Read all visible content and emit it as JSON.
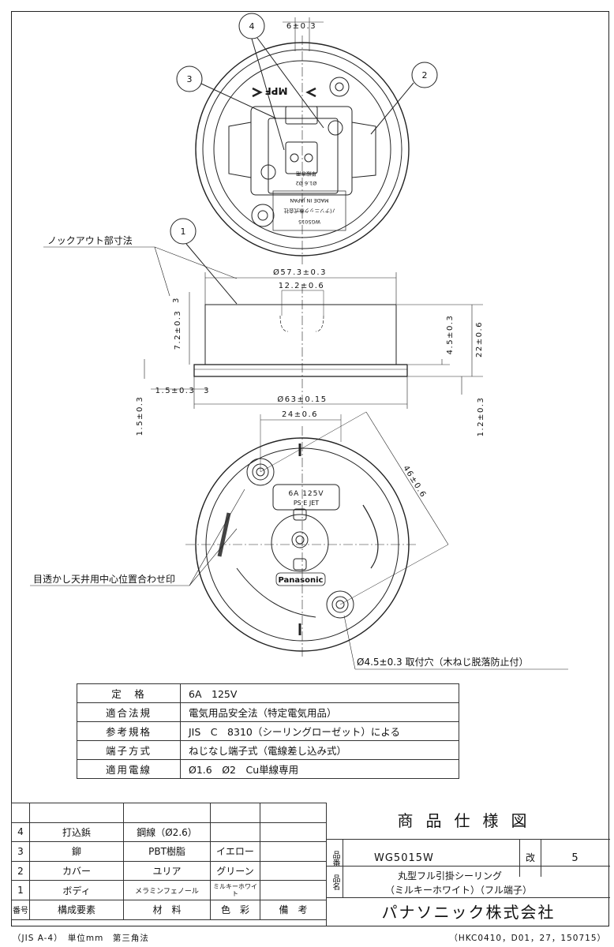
{
  "callouts": {
    "c1": "1",
    "c2": "2",
    "c3": "3",
    "c4": "4"
  },
  "top_view": {
    "mark": "MPF",
    "made_in": "MADE IN JAPAN",
    "model_small": "WG5015",
    "maker_small": "パナソニック株式会社",
    "terminal_marks": [
      "単線専用",
      "Ø1.6  Ø2"
    ]
  },
  "labels": {
    "knockout": "ノックアウト部寸法",
    "alignment_mark": "目透かし天井用中心位置合わせ印",
    "mount_hole": "Ø4.5±0.3  取付穴（木ねじ脱落防止付）"
  },
  "dims": {
    "d6": "6±0.3",
    "d57": "Ø57.3±0.3",
    "d12": "12.2±0.6",
    "d3a": "3",
    "d7": "7.2±0.3",
    "d4": "4.5±0.3",
    "d22": "22±0.6",
    "d15a": "1.5±0.3",
    "d3b": "3",
    "d63": "Ø63±0.15",
    "d15b": "1.5±0.3",
    "d12b": "1.2±0.3",
    "d24": "24±0.6",
    "d46": "46±0.6"
  },
  "bottom_view": {
    "rating": "6A 125V",
    "ps_mark": "PS E JET",
    "brand": "Panasonic"
  },
  "spec_table": [
    {
      "key": "定　格",
      "value": "6A　125V"
    },
    {
      "key": "適合法規",
      "value": "電気用品安全法（特定電気用品）"
    },
    {
      "key": "参考規格",
      "value": "JIS　C　8310（シーリングローゼット）による"
    },
    {
      "key": "端子方式",
      "value": "ねじなし端子式（電線差し込み式）"
    },
    {
      "key": "適用電線",
      "value": "Ø1.6　Ø2　Cu単線専用"
    }
  ],
  "parts_table": {
    "headers": [
      "番号",
      "構成要素",
      "材　料",
      "色　彩",
      "備　考"
    ],
    "rows": [
      {
        "no": "4",
        "name": "打込鋲",
        "material": "鋼線（Ø2.6）",
        "color": "",
        "note": ""
      },
      {
        "no": "3",
        "name": "鉚",
        "material": "PBT樹脂",
        "color": "イエロー",
        "note": ""
      },
      {
        "no": "2",
        "name": "カバー",
        "material": "ユリア",
        "color": "グリーン",
        "note": ""
      },
      {
        "no": "1",
        "name": "ボディ",
        "material": "メラミンフェノール",
        "color": "ミルキーホワイト",
        "note": ""
      }
    ]
  },
  "title_block": {
    "title": "商品仕様図",
    "hin_label": "品番",
    "model": "WG5015W",
    "rev_label": "改",
    "rev": "5",
    "name_label": "品名",
    "name_line1": "丸型フル引掛シーリング",
    "name_line2": "（ミルキーホワイト）（フル端子）",
    "company": "パナソニック株式会社"
  },
  "footer": {
    "left": "（JIS A-4）　単位mm　第三角法",
    "right": "（HKC0410，D01，27，150715）"
  }
}
